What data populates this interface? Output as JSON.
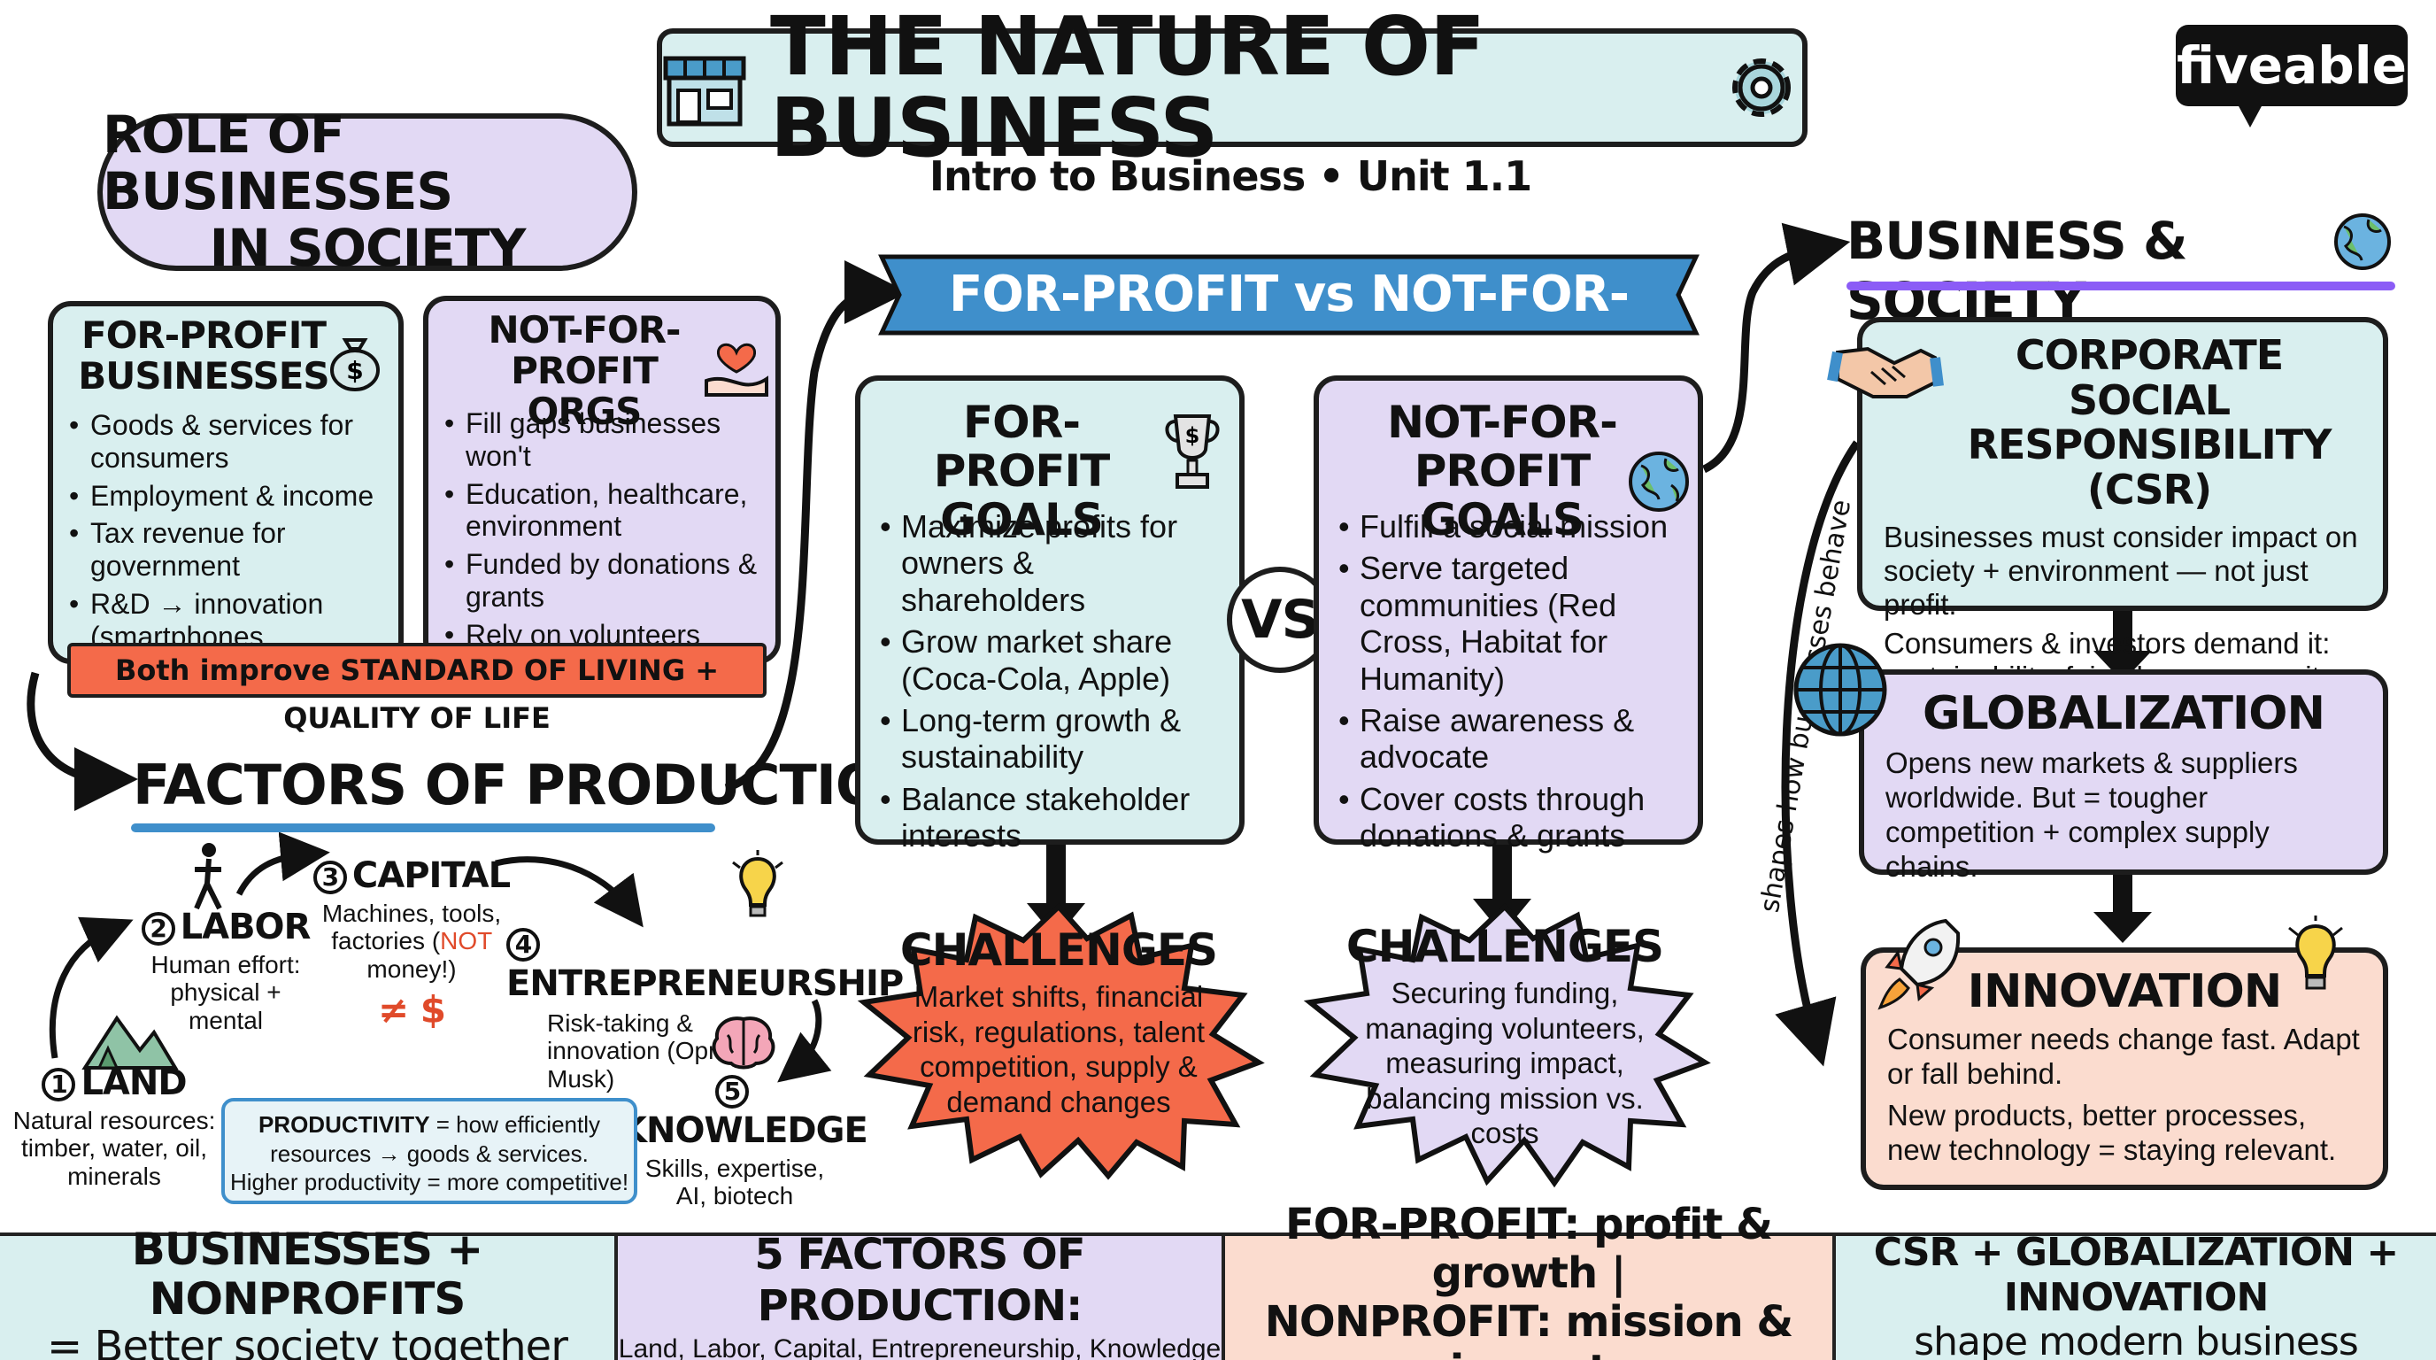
{
  "header": {
    "title": "THE NATURE OF BUSINESS",
    "subtitle": "Intro to Business • Unit 1.1",
    "brand": "fiveable",
    "title_icons": [
      "storefront-icon",
      "gear-icon"
    ]
  },
  "role_section": {
    "title_line1": "ROLE OF BUSINESSES",
    "title_line2": "IN SOCIETY",
    "for_profit": {
      "title_line1": "FOR-PROFIT",
      "title_line2": "BUSINESSES",
      "icon": "money-bag-icon",
      "items": [
        "Goods & services for consumers",
        "Employment & income",
        "Tax revenue for government",
        "R&D → innovation (smartphones, medicine)"
      ]
    },
    "not_for_profit": {
      "title_line1": "NOT-FOR-PROFIT",
      "title_line2": "ORGS",
      "icon": "heart-hand-icon",
      "items": [
        "Fill gaps businesses won't",
        "Education, healthcare, environment",
        "Funded by donations & grants",
        "Rely on volunteers"
      ]
    },
    "banner": "Both improve STANDARD OF LIVING + QUALITY OF LIFE"
  },
  "factors": {
    "title": "FACTORS OF PRODUCTION",
    "land": {
      "num": "1",
      "label": "LAND",
      "desc": "Natural resources: timber, water, oil, minerals",
      "icon": "mountains-icon"
    },
    "labor": {
      "num": "2",
      "label": "LABOR",
      "desc": "Human effort: physical + mental",
      "icon": "person-walking-icon"
    },
    "capital": {
      "num": "3",
      "label": "CAPITAL",
      "desc_pre": "Machines, tools, factories (",
      "desc_not": "NOT",
      "desc_post": " money!)",
      "not_equal": "≠ $"
    },
    "entrepreneurship": {
      "num": "4",
      "label": "ENTREPRENEURSHIP",
      "desc": "Risk-taking & innovation (Oprah, Musk)",
      "icon": "lightbulb-icon"
    },
    "knowledge": {
      "num": "5",
      "label": "KNOWLEDGE",
      "desc": "Skills, expertise, AI, biotech",
      "icon": "brain-icon"
    },
    "productivity": {
      "line1_bold": "PRODUCTIVITY",
      "line1_rest": " = how efficiently",
      "line2": "resources → goods & services.",
      "line3": "Higher productivity = more competitive!"
    }
  },
  "comparison": {
    "banner": "FOR-PROFIT vs NOT-FOR-PROFIT",
    "vs": "VS",
    "for_profit_goals": {
      "title_line1": "FOR-PROFIT",
      "title_line2": "GOALS",
      "icon": "trophy-icon",
      "items": [
        "Maximize profits for owners & shareholders",
        "Grow market share (Coca-Cola, Apple)",
        "Long-term growth & sustainability",
        "Balance stakeholder interests"
      ],
      "challenges_title": "CHALLENGES",
      "challenges_text": "Market shifts, financial risk, regulations, talent competition, supply & demand changes"
    },
    "nonprofit_goals": {
      "title_line1": "NOT-FOR-PROFIT",
      "title_line2": "GOALS",
      "icon": "globe-icon",
      "items": [
        "Fulfill a social mission",
        "Serve targeted communities (Red Cross, Habitat for Humanity)",
        "Raise awareness & advocate",
        "Cover costs through donations & grants"
      ],
      "challenges_title": "CHALLENGES",
      "challenges_text": "Securing funding, managing volunteers, measuring impact, balancing mission vs. costs"
    }
  },
  "society": {
    "title": "BUSINESS & SOCIETY",
    "side_label": "shapes how businesses behave",
    "csr": {
      "title_line1": "CORPORATE SOCIAL",
      "title_line2": "RESPONSIBILITY (CSR)",
      "icon": "handshake-icon",
      "p1": "Businesses must consider impact on society + environment — not just profit.",
      "p2": "Consumers & investors demand it: sustainability, fair labor, community."
    },
    "globalization": {
      "title": "GLOBALIZATION",
      "icon": "globe-grid-icon",
      "text": "Opens new markets & suppliers worldwide. But = tougher competition + complex supply chains."
    },
    "innovation": {
      "title": "INNOVATION",
      "icons": [
        "rocket-icon",
        "lightbulb-icon"
      ],
      "p1": "Consumer needs change fast. Adapt or fall behind.",
      "p2": "New products, better processes, new technology = staying relevant."
    }
  },
  "footer": [
    {
      "line1": "BUSINESSES + NONPROFITS",
      "line2": "= Better society together"
    },
    {
      "line1": "5 FACTORS OF PRODUCTION:",
      "line2": "Land, Labor, Capital, Entrepreneurship, Knowledge"
    },
    {
      "line1": "FOR-PROFIT: profit & growth |",
      "line2": "NONPROFIT: mission & impact"
    },
    {
      "line1": "CSR + GLOBALIZATION + INNOVATION",
      "line2": "shape modern business"
    }
  ],
  "colors": {
    "teal": "#d9efef",
    "lavender": "#e2d9f4",
    "peach": "#fbdccf",
    "coral": "#f46a4a",
    "blue_banner": "#3f8fcb",
    "purple_underline": "#8b5cf6"
  }
}
